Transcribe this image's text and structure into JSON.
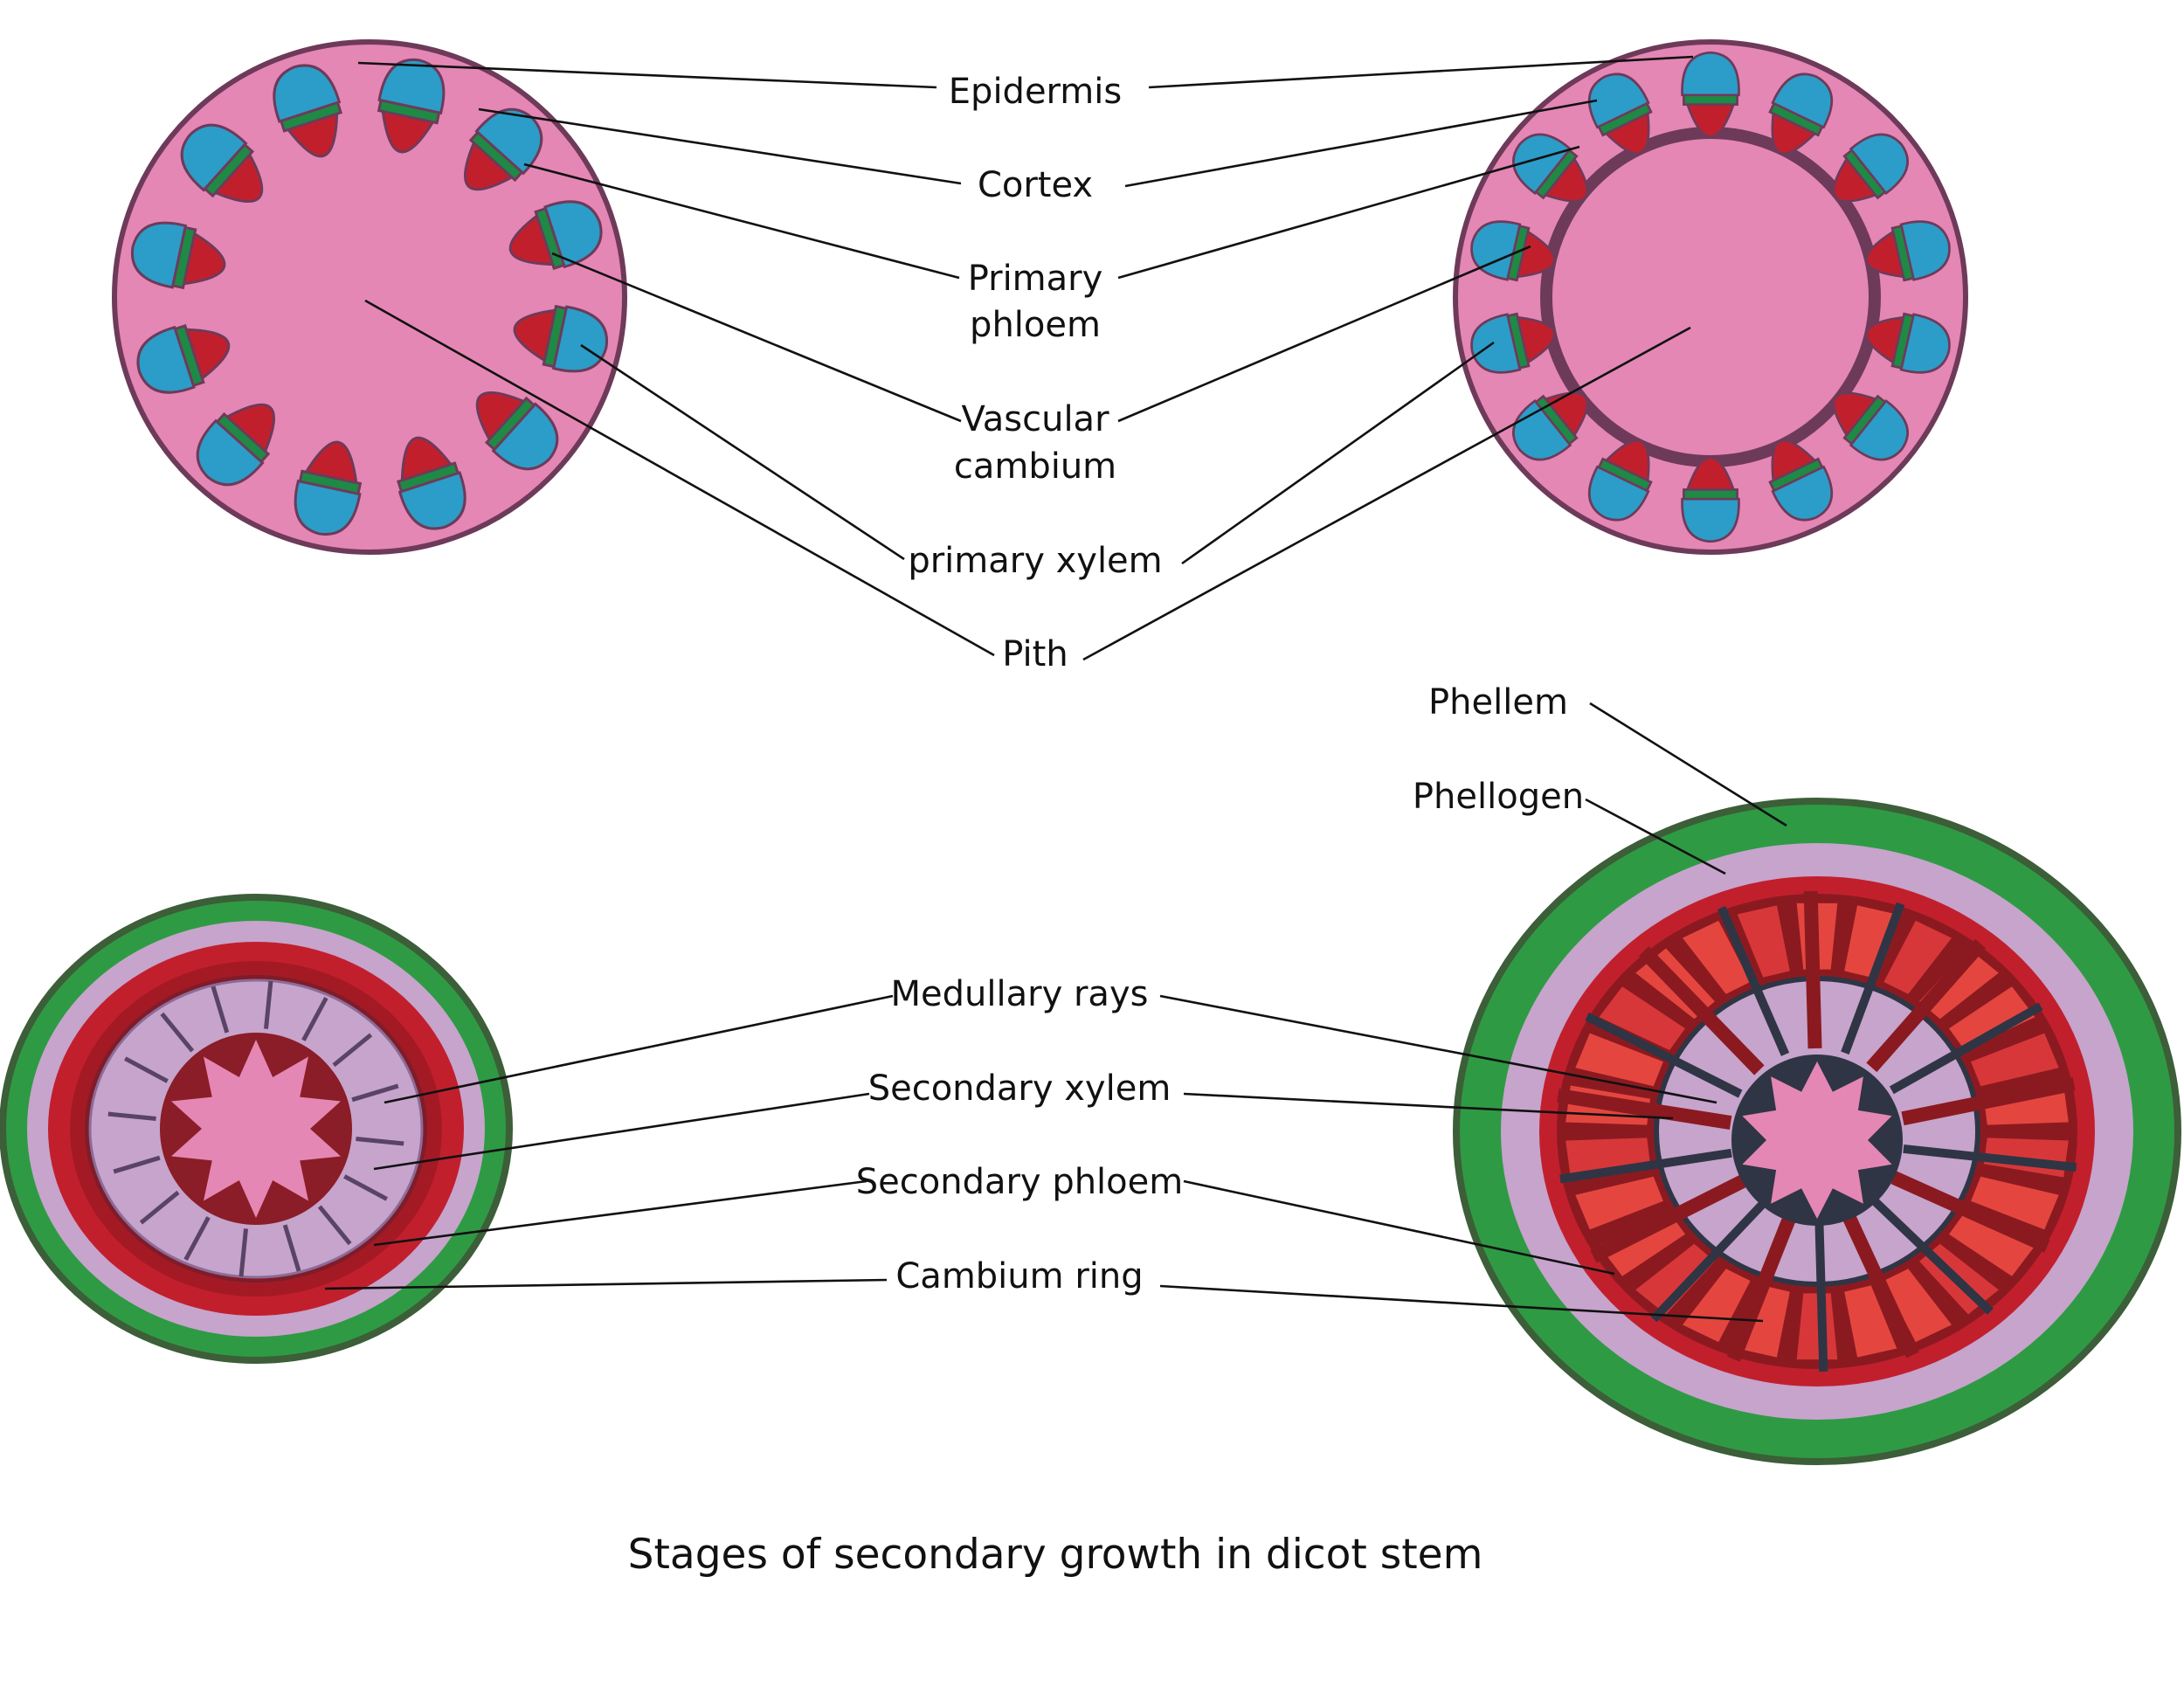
{
  "title": "Stages of secondary growth in dicot stem",
  "labels": {
    "epidermis": "Epidermis",
    "cortex": "Cortex",
    "primary_phloem_1": "Primary",
    "primary_phloem_2": "phloem",
    "vascular_cambium_1": "Vascular",
    "vascular_cambium_2": "cambium",
    "primary_xylem": "primary xylem",
    "pith": "Pith",
    "phellem": "Phellem",
    "phellogen": "Phellogen",
    "medullary_rays": "Medullary rays",
    "secondary_xylem": "Secondary xylem",
    "secondary_phloem": "Secondary phloem",
    "cambium_ring": "Cambium ring"
  },
  "colors": {
    "pith_pink": "#e487b4",
    "epidermis_outline": "#6e3a5a",
    "xylem_blue": "#2b9dc8",
    "phloem_red": "#c21f2d",
    "cambium_green": "#1e8a45",
    "cork_green": "#2f9a44",
    "cork_dark": "#3c5e38",
    "lilac": "#c6a4cc",
    "wood_red": "#e4463f",
    "wood_dark": "#8b1a20",
    "ray_dark": "#2f3545"
  }
}
